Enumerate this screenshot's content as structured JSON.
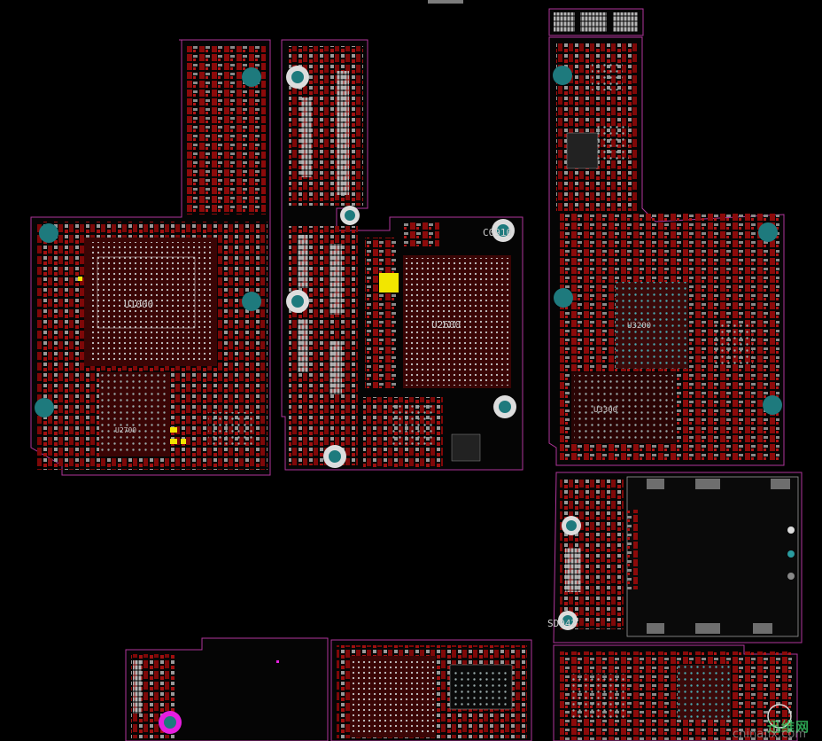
{
  "colors": {
    "background": "#000000",
    "outline": "#b0359a",
    "copper": "#8c0a0a",
    "pad": "#a9a9a9",
    "hole": "#1e7a7d",
    "highlight": "#f2e600",
    "silkscreen": "#d8d8d8"
  },
  "labels": {
    "u1000": "U1000",
    "u2700": "U2700",
    "u2600": "U2600",
    "c0910": "C0910",
    "sd042": "SD042",
    "u_right": "U3200",
    "u_right2": "U3300"
  },
  "watermark": {
    "text": "迅维网",
    "url": "chinafix.com"
  }
}
